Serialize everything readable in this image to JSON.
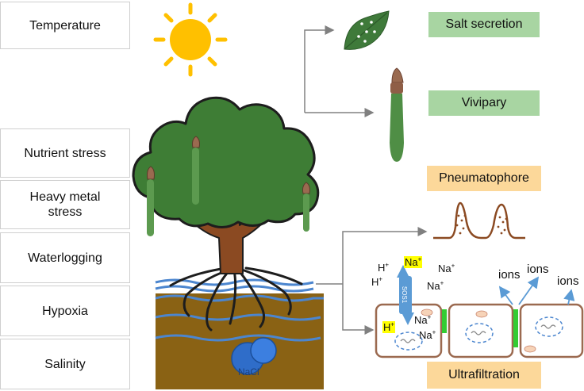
{
  "stresses": [
    {
      "id": "temperature",
      "label": "Temperature"
    },
    {
      "id": "nutrient",
      "label": "Nutrient stress"
    },
    {
      "id": "heavy-metal",
      "label": "Heavy metal stress"
    },
    {
      "id": "waterlogging",
      "label": "Waterlogging"
    },
    {
      "id": "hypoxia",
      "label": "Hypoxia"
    },
    {
      "id": "salinity",
      "label": "Salinity"
    }
  ],
  "adaptations": {
    "salt_secretion": "Salt secretion",
    "vivipary": "Vivipary",
    "pneumatophore": "Pneumatophore",
    "ultrafiltration": "Ultrafiltration"
  },
  "soil_label": "NaCl",
  "transporter_label": "SOS1",
  "ions": {
    "h_top": "H",
    "h_mid": "H",
    "h_cell": "H",
    "na_top_hl": "Na",
    "na_right1": "Na",
    "na_right2": "Na",
    "na_cell1": "Na",
    "na_cell2": "Na",
    "plus": "+",
    "ions1": "ions",
    "ions2": "ions",
    "ions3": "ions"
  },
  "colors": {
    "green_box": "#a8d5a2",
    "orange_box": "#fcd89a",
    "leaf_green": "#3f7a3a",
    "tree_green": "#3e7d35",
    "trunk_brown": "#8b4a22",
    "soil_brown": "#8a6214",
    "water_blue": "#4c86cf",
    "sun_yellow": "#ffc000",
    "cell_brown": "#9b6a50",
    "channel_green": "#33cc33",
    "sos1_blue": "#5b9bd5",
    "highlight": "#ffff00"
  }
}
